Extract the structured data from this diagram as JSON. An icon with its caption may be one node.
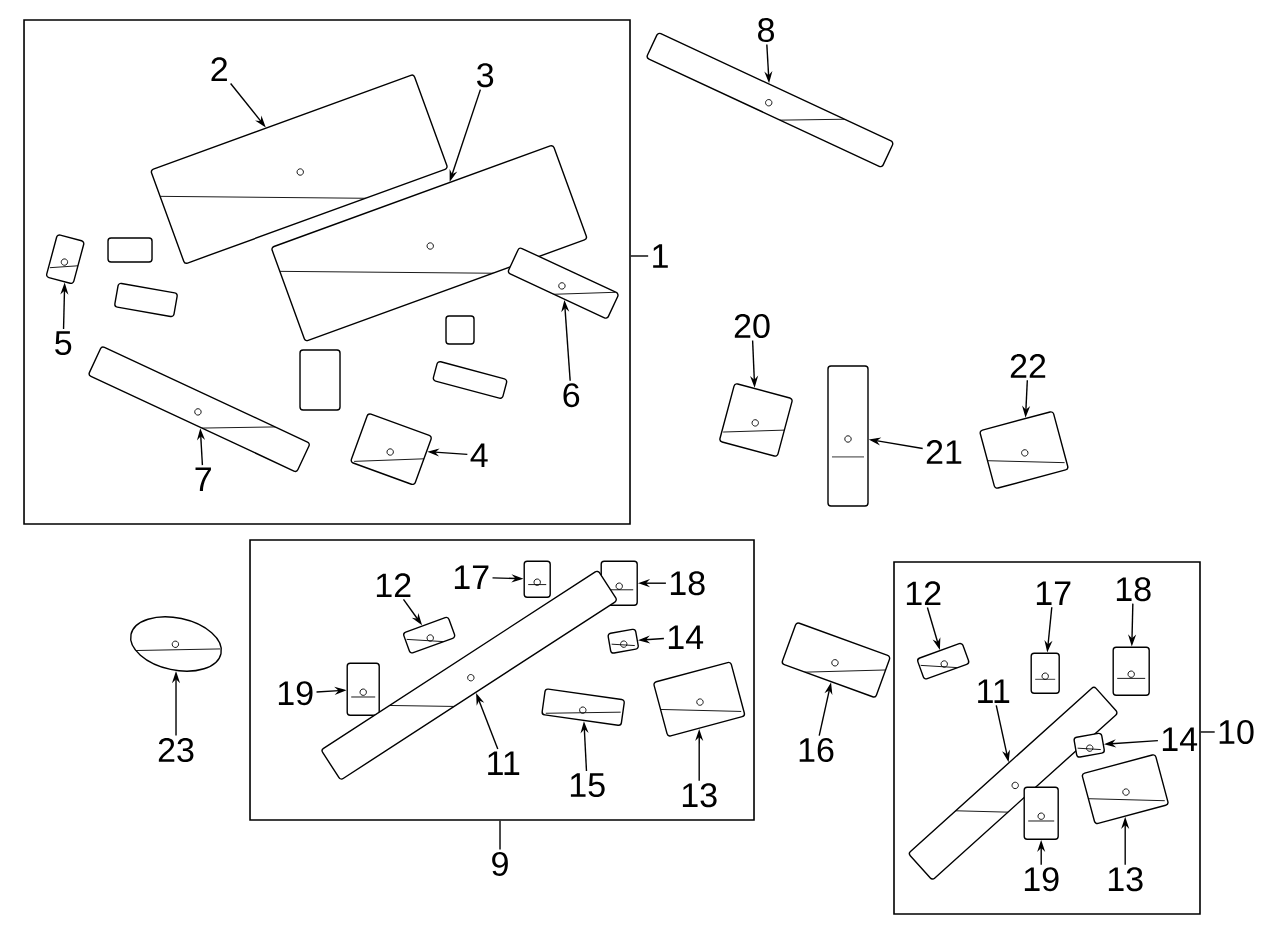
{
  "diagram": {
    "nodes": [
      {
        "text": [],
        "shape": "box"
      },
      {
        "text": [
          "2"
        ],
        "in": 0
      },
      {
        "text": [],
        "shape": "picture",
        "in": 0
      },
      {
        "text": [
          "3"
        ],
        "in": 0
      },
      {
        "text": [],
        "shape": "picture",
        "in": 0
      },
      {
        "text": [
          "1"
        ]
      },
      {
        "text": [],
        "shape": "picture",
        "in": 0
      },
      {
        "text": [
          "5"
        ],
        "in": 0
      },
      {
        "text": [],
        "shape": "picture",
        "in": 0
      },
      {
        "text": [
          "6"
        ],
        "in": 0
      },
      {
        "text": [],
        "shape": "picture",
        "in": 0
      },
      {
        "text": [
          "7"
        ],
        "in": 0
      },
      {
        "text": [],
        "shape": "picture",
        "in": 0
      },
      {
        "text": [
          "4"
        ],
        "in": 0
      },
      {
        "text": [
          "8"
        ]
      },
      {
        "text": [],
        "shape": "picture"
      },
      {
        "text": [
          "20"
        ]
      },
      {
        "text": [],
        "shape": "picture"
      },
      {
        "text": [
          "21"
        ]
      },
      {
        "text": [],
        "shape": "picture"
      },
      {
        "text": [
          "22"
        ]
      },
      {
        "text": [],
        "shape": "picture"
      },
      {
        "text": [],
        "shape": "box"
      },
      {
        "text": [
          "12"
        ],
        "in": 22
      },
      {
        "text": [],
        "shape": "picture",
        "in": 22
      },
      {
        "text": [
          "17"
        ],
        "in": 22
      },
      {
        "text": [],
        "shape": "picture",
        "in": 22
      },
      {
        "text": [
          "18"
        ],
        "in": 22
      },
      {
        "text": [],
        "shape": "picture",
        "in": 22
      },
      {
        "text": [
          "14"
        ],
        "in": 22
      },
      {
        "text": [],
        "shape": "picture",
        "in": 22
      },
      {
        "text": [
          "19"
        ],
        "in": 22
      },
      {
        "text": [],
        "shape": "picture",
        "in": 22
      },
      {
        "text": [],
        "shape": "picture",
        "in": 22
      },
      {
        "text": [
          "11"
        ],
        "in": 22
      },
      {
        "text": [],
        "shape": "picture",
        "in": 22
      },
      {
        "text": [
          "15"
        ],
        "in": 22
      },
      {
        "text": [],
        "shape": "picture",
        "in": 22
      },
      {
        "text": [
          "13"
        ],
        "in": 22
      },
      {
        "text": [
          "9"
        ]
      },
      {
        "text": [],
        "shape": "picture"
      },
      {
        "text": [
          "23"
        ]
      },
      {
        "text": [],
        "shape": "picture"
      },
      {
        "text": [
          "16"
        ]
      },
      {
        "text": [],
        "shape": "box"
      },
      {
        "text": [
          "12"
        ],
        "in": 44
      },
      {
        "text": [],
        "shape": "picture",
        "in": 44
      },
      {
        "text": [
          "17"
        ],
        "in": 44
      },
      {
        "text": [],
        "shape": "picture",
        "in": 44
      },
      {
        "text": [
          "18"
        ],
        "in": 44
      },
      {
        "text": [],
        "shape": "picture",
        "in": 44
      },
      {
        "text": [],
        "shape": "picture",
        "in": 44
      },
      {
        "text": [
          "11"
        ],
        "in": 44
      },
      {
        "text": [
          "14"
        ],
        "in": 44
      },
      {
        "text": [],
        "shape": "picture",
        "in": 44
      },
      {
        "text": [
          "10"
        ]
      },
      {
        "text": [],
        "shape": "picture",
        "in": 44
      },
      {
        "text": [
          "19"
        ],
        "in": 44
      },
      {
        "text": [],
        "shape": "picture",
        "in": 44
      },
      {
        "text": [
          "13"
        ],
        "in": 44
      }
    ],
    "edges": [
      {
        "from": 1,
        "to": 2,
        "arrow": "to"
      },
      {
        "from": 3,
        "to": 4,
        "arrow": "to"
      },
      {
        "from": 5,
        "to": 0,
        "arrow": "none"
      },
      {
        "from": 7,
        "to": 6,
        "arrow": "to"
      },
      {
        "from": 9,
        "to": 8,
        "arrow": "to"
      },
      {
        "from": 11,
        "to": 10,
        "arrow": "to"
      },
      {
        "from": 13,
        "to": 12,
        "arrow": "to"
      },
      {
        "from": 14,
        "to": 15,
        "arrow": "to"
      },
      {
        "from": 16,
        "to": 17,
        "arrow": "to"
      },
      {
        "from": 18,
        "to": 19,
        "arrow": "to"
      },
      {
        "from": 20,
        "to": 21,
        "arrow": "to"
      },
      {
        "from": 23,
        "to": 24,
        "arrow": "to"
      },
      {
        "from": 25,
        "to": 26,
        "arrow": "to"
      },
      {
        "from": 27,
        "to": 28,
        "arrow": "to"
      },
      {
        "from": 29,
        "to": 30,
        "arrow": "to"
      },
      {
        "from": 31,
        "to": 32,
        "arrow": "to"
      },
      {
        "from": 34,
        "to": 33,
        "arrow": "to"
      },
      {
        "from": 36,
        "to": 35,
        "arrow": "to"
      },
      {
        "from": 38,
        "to": 37,
        "arrow": "to"
      },
      {
        "from": 39,
        "to": 22,
        "arrow": "none"
      },
      {
        "from": 41,
        "to": 40,
        "arrow": "to"
      },
      {
        "from": 43,
        "to": 42,
        "arrow": "to"
      },
      {
        "from": 45,
        "to": 46,
        "arrow": "to"
      },
      {
        "from": 47,
        "to": 48,
        "arrow": "to"
      },
      {
        "from": 49,
        "to": 50,
        "arrow": "to"
      },
      {
        "from": 52,
        "to": 51,
        "arrow": "to"
      },
      {
        "from": 53,
        "to": 54,
        "arrow": "to"
      },
      {
        "from": 55,
        "to": 44,
        "arrow": "none"
      },
      {
        "from": 57,
        "to": 56,
        "arrow": "to"
      },
      {
        "from": 59,
        "to": 58,
        "arrow": "to"
      }
    ]
  }
}
